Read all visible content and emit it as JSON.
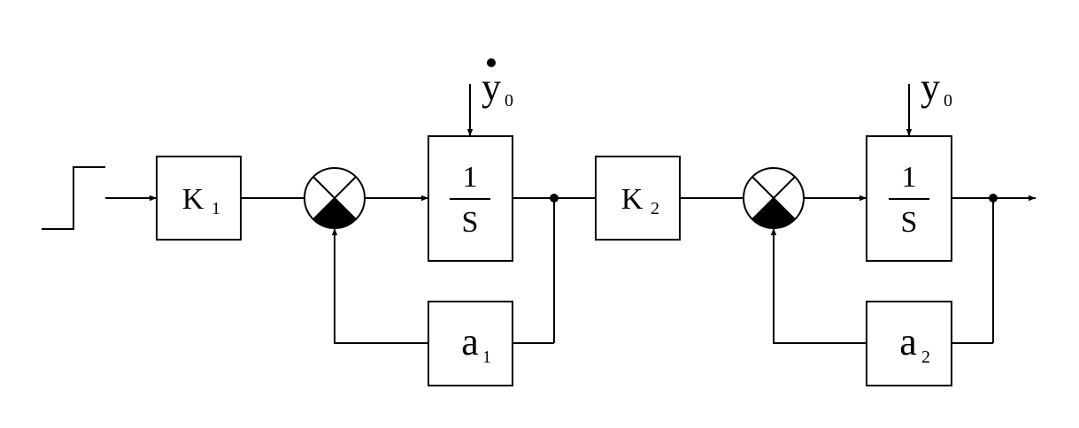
{
  "blocks": {
    "k1": {
      "main": "K",
      "sub": "1"
    },
    "k2": {
      "main": "K",
      "sub": "2"
    },
    "integrator1": {
      "num": "1",
      "den": "S"
    },
    "integrator2": {
      "num": "1",
      "den": "S"
    },
    "a1": {
      "main": "a",
      "sub": "1"
    },
    "a2": {
      "main": "a",
      "sub": "2"
    }
  },
  "inputs": {
    "y0_dot": {
      "main": "y",
      "sub": "0"
    },
    "y0": {
      "main": "y",
      "sub": "0"
    }
  },
  "colors": {
    "line": "#000000",
    "background": "#ffffff"
  }
}
